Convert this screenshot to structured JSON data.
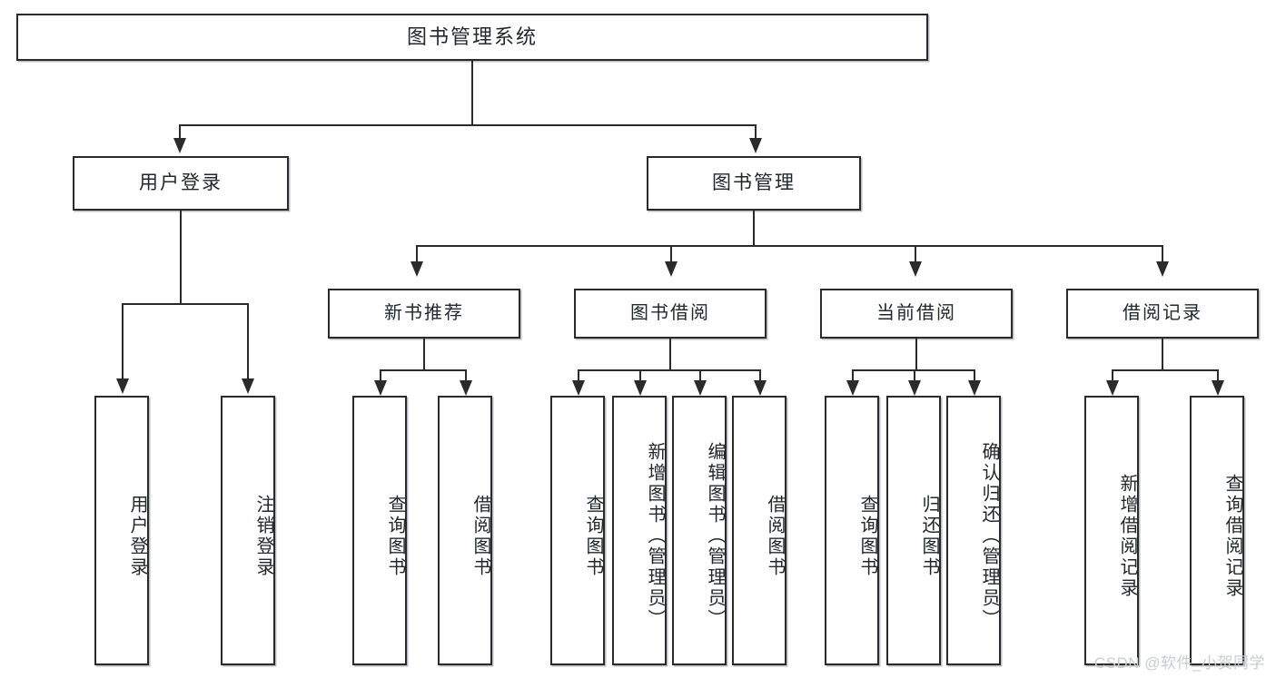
{
  "diagram": {
    "title": "图书管理系统",
    "type": "hierarchy-tree",
    "root": {
      "label": "图书管理系统"
    },
    "level2": [
      {
        "id": "user-login",
        "label": "用户登录"
      },
      {
        "id": "book-manage",
        "label": "图书管理"
      }
    ],
    "level3": [
      {
        "id": "new-book-recommend",
        "label": "新书推荐"
      },
      {
        "id": "book-borrow",
        "label": "图书借阅"
      },
      {
        "id": "current-borrow",
        "label": "当前借阅"
      },
      {
        "id": "borrow-record",
        "label": "借阅记录"
      }
    ],
    "leaves": {
      "user_login": [
        {
          "id": "leaf-user-login",
          "label": "用户登录"
        },
        {
          "id": "leaf-logout-login",
          "label": "注销登录"
        }
      ],
      "new_book_recommend": [
        {
          "id": "leaf-query-book-1",
          "label": "查询图书"
        },
        {
          "id": "leaf-borrow-book-1",
          "label": "借阅图书"
        }
      ],
      "book_borrow": [
        {
          "id": "leaf-query-book-2",
          "label": "查询图书"
        },
        {
          "id": "leaf-add-book",
          "label": "新增图书（管理员）"
        },
        {
          "id": "leaf-edit-book",
          "label": "编辑图书（管理员）"
        },
        {
          "id": "leaf-borrow-book-2",
          "label": "借阅图书"
        }
      ],
      "current_borrow": [
        {
          "id": "leaf-query-book-3",
          "label": "查询图书"
        },
        {
          "id": "leaf-return-book",
          "label": "归还图书"
        },
        {
          "id": "leaf-confirm-return",
          "label": "确认归还（管理员）"
        }
      ],
      "borrow_record": [
        {
          "id": "leaf-add-record",
          "label": "新增借阅记录"
        },
        {
          "id": "leaf-query-record",
          "label": "查询借阅记录"
        }
      ]
    }
  },
  "watermark": {
    "text": "CSDN @软件_小贺同学"
  },
  "colors": {
    "stroke": "#2b2b2b",
    "box_fill": "#ffffff",
    "text": "#23272b",
    "shadow": "#b9bcc0",
    "watermark": "#c9ccd0",
    "background": "#ffffff"
  }
}
